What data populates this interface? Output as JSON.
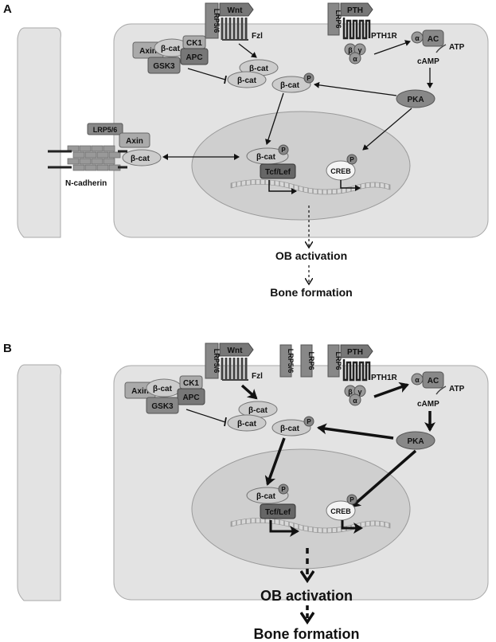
{
  "panels": [
    {
      "letter": "A",
      "labels": {
        "wnt": "Wnt",
        "lrp56": "LRP5/6",
        "fzl": "Fzl",
        "pth": "PTH",
        "lrp6": "LRP6",
        "pth1r": "PTH1R",
        "ac": "AC",
        "atp": "ATP",
        "camp": "cAMP",
        "pka": "PKA",
        "alpha": "α",
        "beta": "β",
        "gamma": "γ",
        "axin": "Axin",
        "bcat": "β-cat",
        "ck1": "CK1",
        "apc": "APC",
        "gsk3": "GSK3",
        "p": "P",
        "tcf": "Tcf/Lef",
        "creb": "CREB",
        "lrp56_left": "LRP5/6",
        "axin_left": "Axin",
        "bcat_left": "β-cat",
        "ncadherin": "N-cadherin",
        "ob": "OB activation",
        "bone": "Bone formation"
      }
    },
    {
      "letter": "B",
      "labels": {
        "wnt": "Wnt",
        "lrp56": "LRP5/6",
        "fzl": "Fzl",
        "lrp56_extra": "LRP5/6",
        "lrp6_extra": "LRP6",
        "pth": "PTH",
        "lrp6": "LRP6",
        "pth1r": "PTH1R",
        "ac": "AC",
        "atp": "ATP",
        "camp": "cAMP",
        "pka": "PKA",
        "alpha": "α",
        "beta": "β",
        "gamma": "γ",
        "axin": "Axin",
        "bcat": "β-cat",
        "ck1": "CK1",
        "apc": "APC",
        "gsk3": "GSK3",
        "p": "P",
        "tcf": "Tcf/Lef",
        "creb": "CREB",
        "ob": "OB activation",
        "bone": "Bone formation"
      }
    }
  ]
}
